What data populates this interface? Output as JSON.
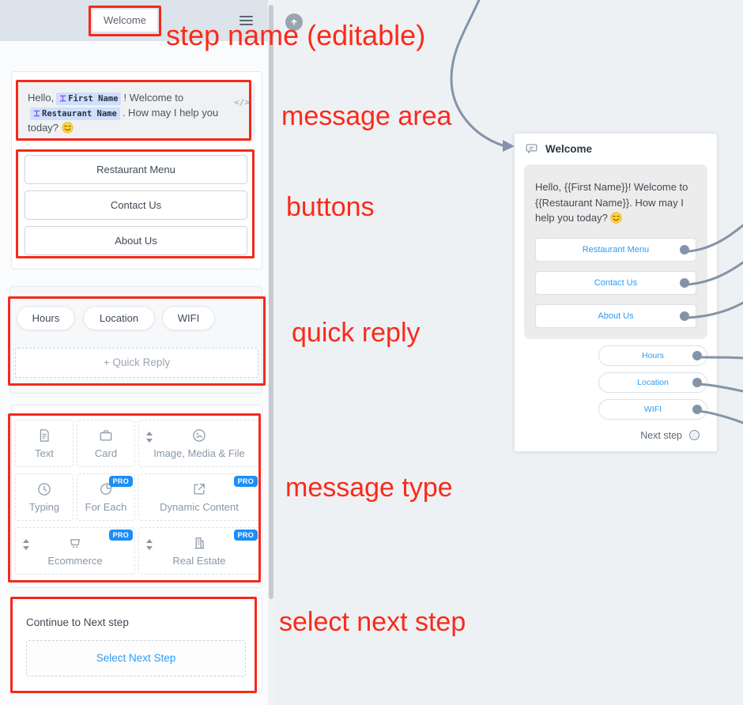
{
  "topbar": {
    "step_name": "Welcome"
  },
  "message_editor": {
    "text_before": "Hello,",
    "variable_1": "First Name",
    "text_middle": "! Welcome to",
    "variable_2": "Restaurant Name",
    "text_after": ". How may I help you today?",
    "emoji": "😊",
    "code_icon": "</>"
  },
  "buttons": [
    "Restaurant Menu",
    "Contact Us",
    "About Us"
  ],
  "quick_reply": {
    "chips": [
      "Hours",
      "Location",
      "WIFI"
    ],
    "add_label": "+ Quick Reply"
  },
  "message_types": {
    "pro_label": "PRO",
    "items": [
      {
        "label": "Text",
        "icon": "text-document-icon",
        "pro": false
      },
      {
        "label": "Card",
        "icon": "card-icon",
        "pro": false
      },
      {
        "label": "Image, Media & File",
        "icon": "image-media-icon",
        "pro": false
      },
      {
        "label": "Typing",
        "icon": "typing-clock-icon",
        "pro": false
      },
      {
        "label": "For Each",
        "icon": "for-each-pie-icon",
        "pro": true
      },
      {
        "label": "Dynamic Content",
        "icon": "dynamic-content-icon",
        "pro": true
      },
      {
        "label": "Ecommerce",
        "icon": "ecommerce-cart-icon",
        "pro": true
      },
      {
        "label": "Real Estate",
        "icon": "real-estate-building-icon",
        "pro": true
      }
    ]
  },
  "next_step": {
    "label": "Continue to Next step",
    "action": "Select Next Step"
  },
  "flow_node": {
    "title": "Welcome",
    "message": "Hello, {{First Name}}! Welcome to {{Restaurant Name}}. How may I help you today?",
    "emoji": "😊",
    "buttons": [
      "Restaurant Menu",
      "Contact Us",
      "About Us"
    ],
    "quick_replies": [
      "Hours",
      "Location",
      "WIFI"
    ],
    "next_step_label": "Next step"
  },
  "annotations": {
    "step_name": "step name (editable)",
    "message_area": "message area",
    "buttons": "buttons",
    "quick_reply": "quick reply",
    "message_type": "message type",
    "select_next_step": "select next step"
  },
  "colors": {
    "annotation_red": "#fa2a1a",
    "accent_blue": "#2d9cf4",
    "pro_badge_blue": "#1d8ef5",
    "token_background": "#cfdffc",
    "token_icon_purple": "#8e5df0",
    "connector_gray": "#8494a8",
    "topbar_background": "#dce3ea"
  }
}
